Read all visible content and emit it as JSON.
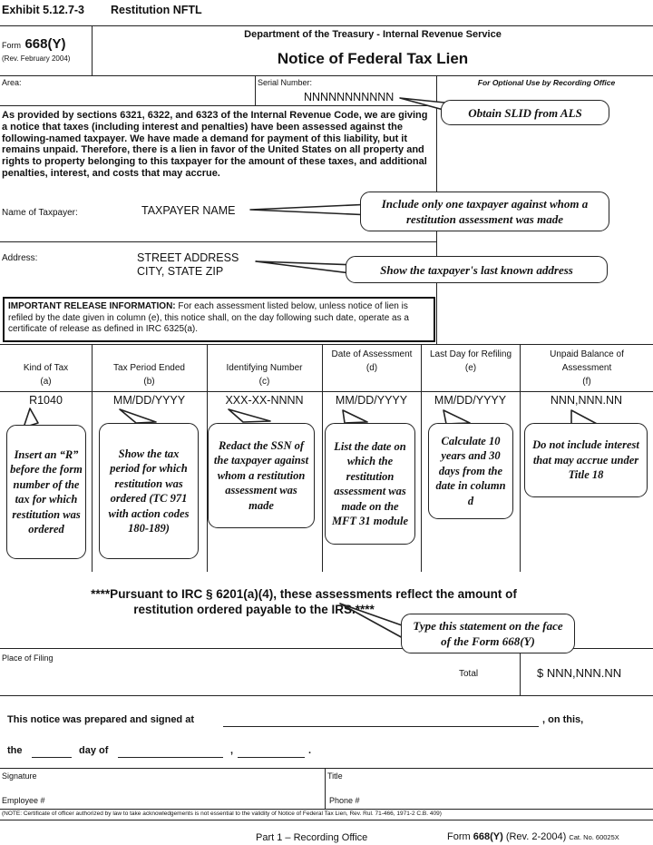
{
  "exhibit": {
    "number": "Exhibit 5.12.7-3",
    "title": "Restitution NFTL"
  },
  "form": {
    "prefix": "Form",
    "number": "668(Y)",
    "revision": "(Rev. February 2004)",
    "department": "Department of the Treasury - Internal Revenue Service",
    "title": "Notice of Federal Tax Lien"
  },
  "fields": {
    "area_label": "Area:",
    "serial_label": "Serial Number:",
    "serial_value": "NNNNNNNNNNN",
    "optional_use": "For Optional Use by Recording Office",
    "notice_text": "As provided by sections 6321, 6322, and 6323 of the Internal Revenue Code, we are giving a notice that taxes (including interest and penalties) have been assessed against the following-named taxpayer.  We have made a demand for payment of this liability, but it remains unpaid.  Therefore, there is a lien in favor of the United States on all property and rights to property belonging to this taxpayer for the amount of these taxes, and additional penalties, interest, and costs that may accrue.",
    "taxpayer_label": "Name of Taxpayer:",
    "taxpayer_value": "TAXPAYER NAME",
    "address_label": "Address:",
    "address_line1": "STREET ADDRESS",
    "address_line2": "CITY, STATE ZIP"
  },
  "release_info": {
    "heading": "IMPORTANT RELEASE INFORMATION:",
    "text": " For each assessment listed below, unless notice of lien is refiled by the date given in column (e), this notice shall, on the day following such date, operate as a certificate of release as defined in IRC 6325(a)."
  },
  "table": {
    "columns": [
      {
        "header": "Kind of Tax",
        "letter": "(a)",
        "value": "R1040"
      },
      {
        "header": "Tax Period Ended",
        "letter": "(b)",
        "value": "MM/DD/YYYY"
      },
      {
        "header": "Identifying Number",
        "letter": "(c)",
        "value": "XXX-XX-NNNN"
      },
      {
        "header": "Date of Assessment",
        "letter": "(d)",
        "value": "MM/DD/YYYY"
      },
      {
        "header": "Last Day for Refiling",
        "letter": "(e)",
        "value": "MM/DD/YYYY"
      },
      {
        "header": "Unpaid Balance of Assessment",
        "letter": "(f)",
        "value": "NNN,NNN.NN"
      }
    ],
    "pursuant_line1": "****Pursuant to IRC § 6201(a)(4), these assessments reflect the amount of",
    "pursuant_line2": "restitution ordered payable to the IRS.****"
  },
  "callouts": {
    "slid": "Obtain SLID from ALS",
    "taxpayer": "Include only one taxpayer against whom a restitution assessment was made",
    "address": "Show the taxpayer's last known address",
    "col_a": "Insert an “R” before the form number of the tax for which restitution was ordered",
    "col_b": "Show the tax period for which restitution was ordered (TC 971 with action codes 180-189)",
    "col_c": "Redact the SSN of the taxpayer against whom a restitution assessment was made",
    "col_d": "List the date on which the restitution assessment was made on the MFT 31 module",
    "col_e": "Calculate 10 years and 30 days from the date in column d",
    "col_f": "Do not include interest that may accrue under Title 18",
    "statement": "Type this statement on the face of the Form 668(Y)"
  },
  "footer": {
    "place_of_filing": "Place of Filing",
    "total_label": "Total",
    "total_value": "$ NNN,NNN.NN",
    "prepared_text": "This notice was prepared and signed at",
    "on_this": ", on this,",
    "the": "the",
    "day_of": "day of",
    "comma": ",",
    "period": ".",
    "signature_label": "Signature",
    "title_label": "Title",
    "employee_label": "Employee #",
    "phone_label": "Phone #",
    "note": "(NOTE: Certificate of officer authorized by law to take acknowledgements is not essential to the validity of Notice of Federal Tax Lien, Rev. Rul. 71-466, 1971-2 C.B. 409)",
    "part": "Part 1 – Recording Office",
    "form_ref_prefix": "Form",
    "form_ref_number": "668(Y)",
    "form_ref_rev": "(Rev. 2-2004)",
    "cat_no": "Cat. No. 60025X"
  }
}
